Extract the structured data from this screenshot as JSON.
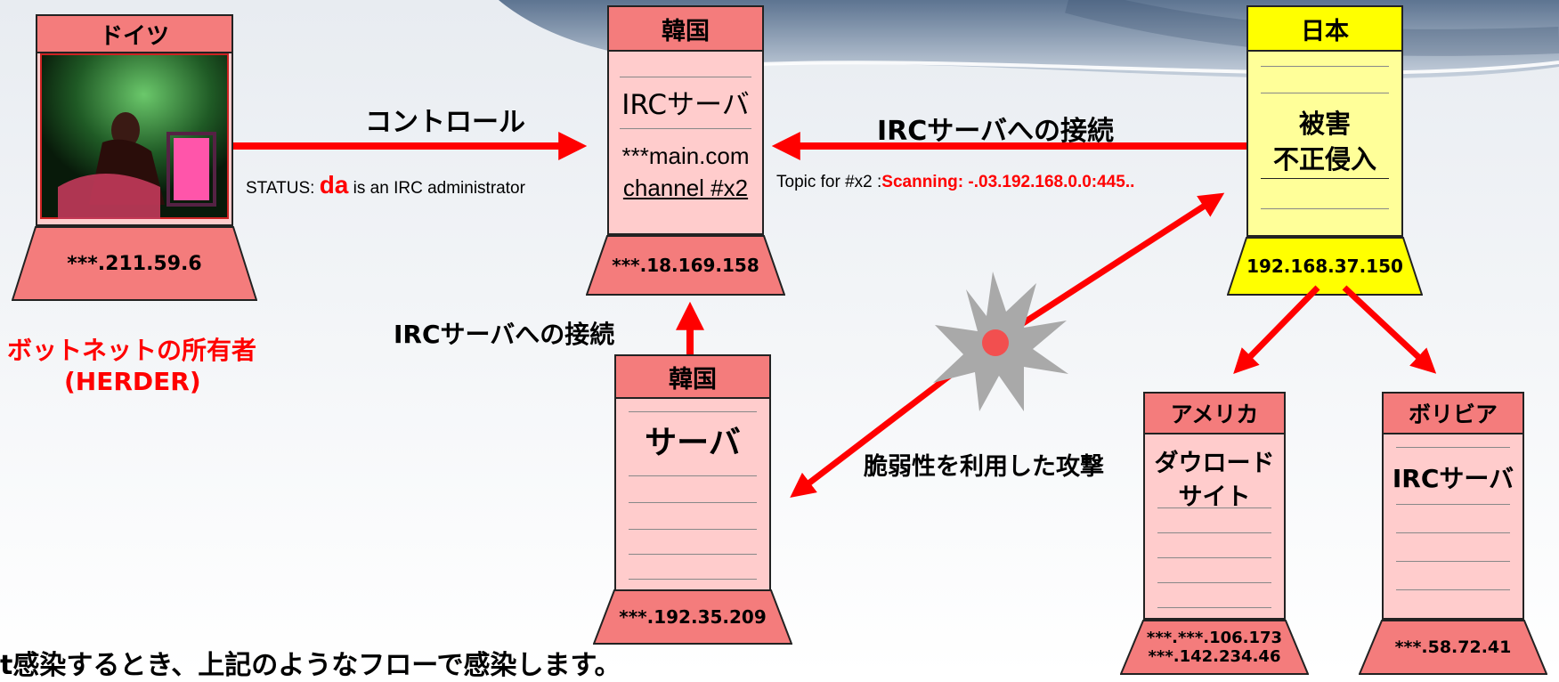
{
  "colors": {
    "node_head_red": "#f47c7c",
    "node_body_red": "#ffcccc",
    "node_head_yellow": "#ffff00",
    "node_body_yellow": "#ffff99",
    "arrow": "#ff0000",
    "owner_text": "#ff0000"
  },
  "germany": {
    "title": "ドイツ",
    "ip": "***.211.59.6",
    "image": "hacker-photo"
  },
  "korea_irc": {
    "title": "韓国",
    "service": "IRCサーバ",
    "host": "***main.com",
    "channel": "channel #x2",
    "ip": "***.18.169.158"
  },
  "japan": {
    "title": "日本",
    "line1": "被害",
    "line2": "不正侵入",
    "ip": "192.168.37.150"
  },
  "korea_server": {
    "title": "韓国",
    "service": "サーバ",
    "ip": "***.192.35.209"
  },
  "usa": {
    "title": "アメリカ",
    "line1": "ダウロード",
    "line2": "サイト",
    "ip1": "***.***.106.173",
    "ip2": "***.142.234.46"
  },
  "bolivia": {
    "title": "ボリビア",
    "service": "IRCサーバ",
    "ip": "***.58.72.41"
  },
  "labels": {
    "control": "コントロール",
    "status_prefix": "STATUS: ",
    "status_nick": "da",
    "status_suffix": " is an IRC administrator",
    "irc_connect_top": "IRCサーバへの接続",
    "topic_prefix": "Topic for #x2 :",
    "topic_value": "Scanning: -.03.192.168.0.0:445..",
    "irc_connect_mid": "IRCサーバへの接続",
    "exploit": "脆弱性を利用した攻撃",
    "owner_line1": "ボットネットの所有者",
    "owner_line2": "(HERDER)",
    "footer": "t感染するとき、上記のようなフローで感染します。"
  }
}
